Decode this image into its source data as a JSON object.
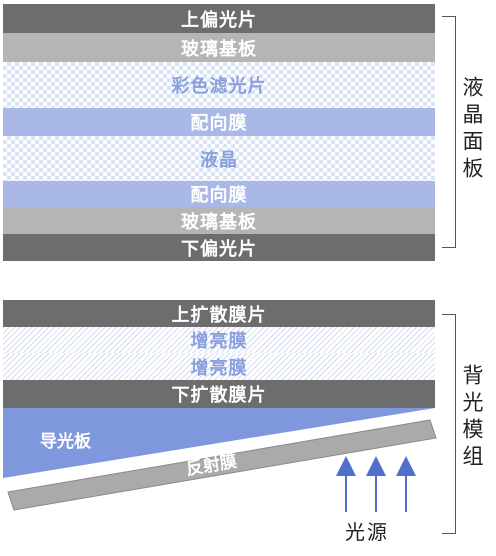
{
  "lcd_panel": {
    "label": "液晶面板",
    "layers": [
      "上偏光片",
      "玻璃基板",
      "彩色滤光片",
      "配向膜",
      "液晶",
      "配向膜",
      "玻璃基板",
      "下偏光片"
    ]
  },
  "backlight": {
    "label": "背光模组",
    "layers": [
      "上扩散膜片",
      "增亮膜",
      "增亮膜",
      "下扩散膜片"
    ],
    "light_guide": "导光板",
    "reflector": "反射膜",
    "light_source": "光源"
  },
  "colors": {
    "dark_gray": "#6d6d6d",
    "light_gray": "#b5b5b5",
    "blue": "#a9b8e6",
    "light_guide": "#7f97dc",
    "arrow": "#4f6fc9"
  }
}
